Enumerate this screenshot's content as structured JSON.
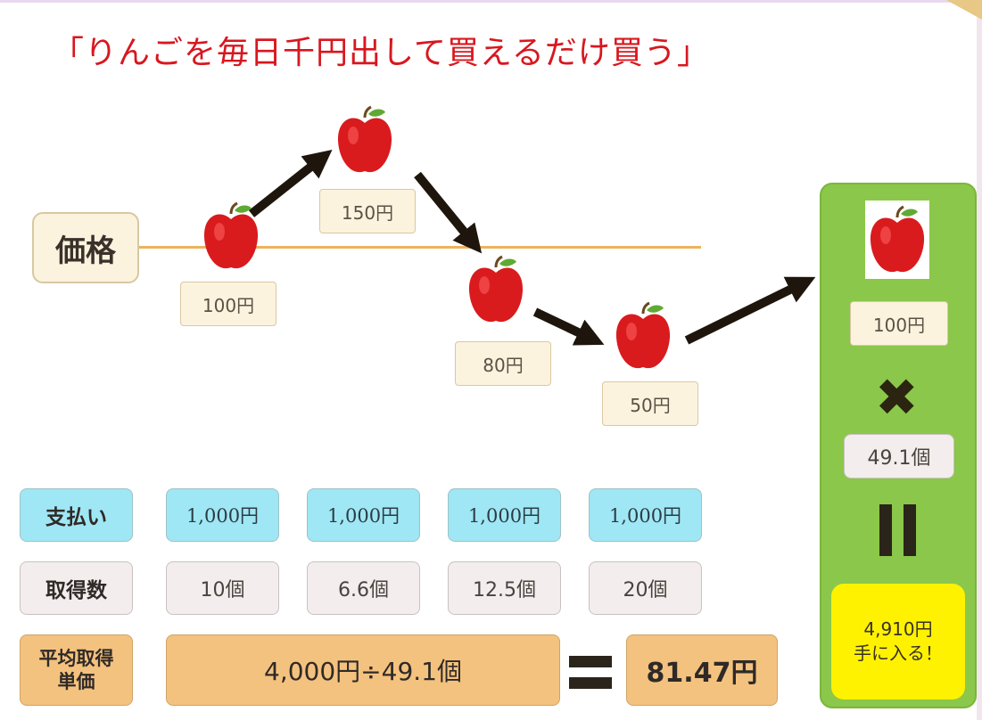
{
  "title": "「りんごを毎日千円出して買えるだけ買う」",
  "price_label": "価格",
  "price_tags": [
    "100円",
    "150円",
    "80円",
    "50円"
  ],
  "rows": {
    "payment": {
      "label": "支払い",
      "values": [
        "1,000円",
        "1,000円",
        "1,000円",
        "1,000円"
      ]
    },
    "acquired": {
      "label": "取得数",
      "values": [
        "10個",
        "6.6個",
        "12.5個",
        "20個"
      ]
    },
    "average": {
      "label_line1": "平均取得",
      "label_line2": "単価",
      "formula": "4,000円÷49.1個",
      "result": "81.47円"
    }
  },
  "panel": {
    "price": "100円",
    "times_symbol": "✖",
    "quantity": "49.1個",
    "result_line1": "4,910円",
    "result_line2": "手に入る！"
  },
  "colors": {
    "title": "#d8171f",
    "payment_fill": "#9fe7f4",
    "count_fill": "#f3eeed",
    "average_fill": "#f4c27f",
    "panel_green": "#8bc74a",
    "result_yellow": "#fff200",
    "apple_red": "#d91b1e"
  }
}
